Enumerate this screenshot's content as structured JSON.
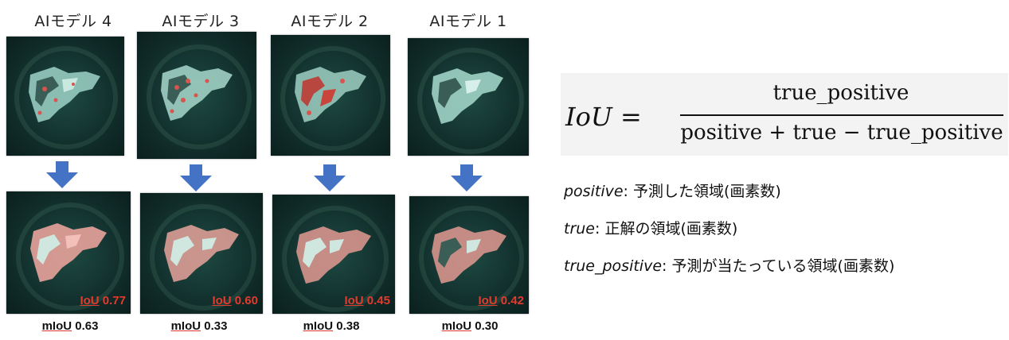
{
  "models": [
    {
      "title": "AIモデル 4",
      "iou_prefix": "IoU",
      "iou_value": "0.77",
      "miou_prefix": "mIoU",
      "miou_value": "0.63"
    },
    {
      "title": "AIモデル 3",
      "iou_prefix": "IoU",
      "iou_value": "0.60",
      "miou_prefix": "mIoU",
      "miou_value": "0.33"
    },
    {
      "title": "AIモデル 2",
      "iou_prefix": "IoU",
      "iou_value": "0.45",
      "miou_prefix": "mIoU",
      "miou_value": "0.38"
    },
    {
      "title": "AIモデル 1",
      "iou_prefix": "IoU",
      "iou_value": "0.42",
      "miou_prefix": "mIoU",
      "miou_value": "0.30"
    }
  ],
  "formula": {
    "lhs": "IoU",
    "equals": "=",
    "numerator": "true_positive",
    "denominator": "positive + true − true_positive"
  },
  "definitions": [
    {
      "term": "positive",
      "sep": ": ",
      "text": "予測した領域(画素数)"
    },
    {
      "term": "true",
      "sep": ": ",
      "text": "正解の領域(画素数)"
    },
    {
      "term": "true_positive",
      "sep": ": ",
      "text": "予測が当たっている領域(画素数)"
    }
  ],
  "colors": {
    "arrow": "#4472c4",
    "iou_label": "#e23b2e",
    "formula_bg": "#f3f3f3"
  }
}
